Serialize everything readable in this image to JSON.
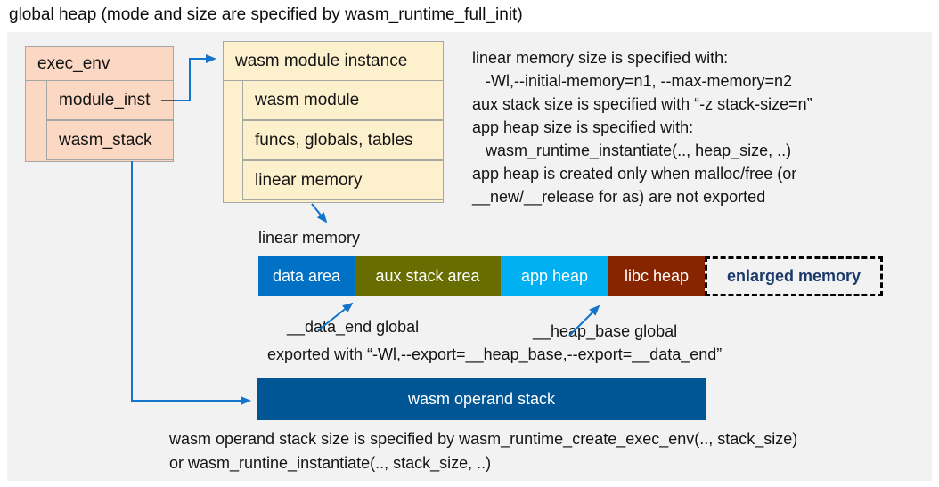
{
  "title": "global heap (mode and size are specified by wasm_runtime_full_init)",
  "exec_env": {
    "label": "exec_env",
    "fill": "#fbd8c3",
    "rows": [
      "module_inst",
      "wasm_stack"
    ]
  },
  "module_instance": {
    "label": "wasm module instance",
    "fill": "#fdf0cd",
    "rows": [
      "wasm module",
      "funcs, globals, tables",
      "linear memory"
    ]
  },
  "notes_right": {
    "line1": "linear memory size is specified with:",
    "line2": "   -Wl,--initial-memory=n1, --max-memory=n2",
    "line3": "aux stack size is specified with “-z stack-size=n”",
    "line4": "app heap size is specified with:",
    "line5": "   wasm_runtime_instantiate(.., heap_size, ..)",
    "line6": "app heap is created only when malloc/free (or",
    "line7": "__new/__release for as) are not exported"
  },
  "linear_memory": {
    "label": "linear memory",
    "segments": [
      {
        "label": "data area",
        "color": "#0071c5"
      },
      {
        "label": "aux stack area",
        "color": "#676d00"
      },
      {
        "label": "app heap",
        "color": "#00b0f0"
      },
      {
        "label": "libc heap",
        "color": "#872500"
      }
    ],
    "enlarged": {
      "label": "enlarged memory",
      "text_color": "#1b3a6b"
    }
  },
  "annotations": {
    "data_end": "__data_end global",
    "heap_base": "__heap_base global",
    "exported": "exported with “-Wl,--export=__heap_base,--export=__data_end”"
  },
  "operand_stack": {
    "label": "wasm operand stack",
    "color": "#005695",
    "note_line1": "wasm operand stack size is specified by wasm_runtime_create_exec_env(.., stack_size)",
    "note_line2": "or wasm_runtine_instantiate(.., stack_size, ..)"
  },
  "colors": {
    "panel": "#f2f2f2",
    "arrow": "#1274cc"
  }
}
